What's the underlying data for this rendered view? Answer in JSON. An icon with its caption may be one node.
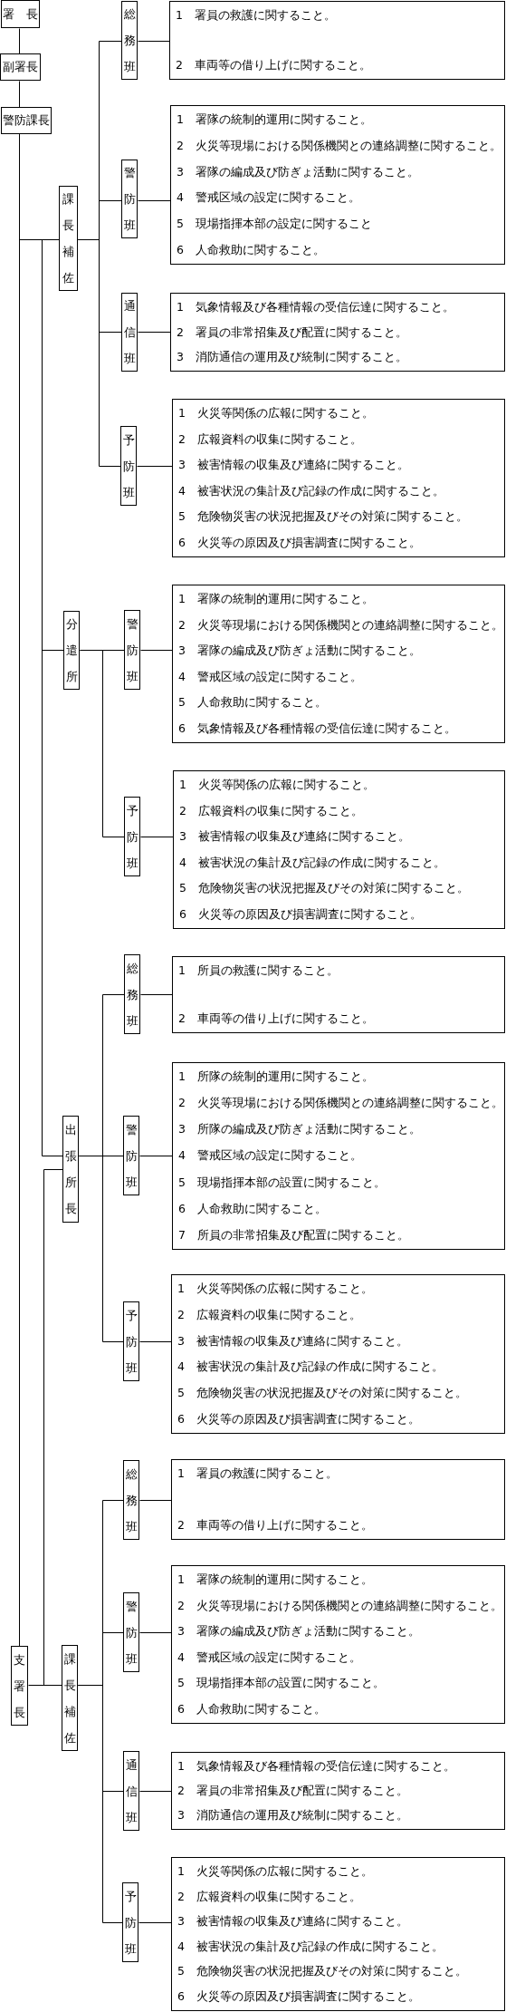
{
  "diagram": {
    "nodes": [
      {
        "text": [
          "署　長"
        ]
      },
      {
        "text": [
          "副署長"
        ]
      },
      {
        "text": [
          "警防課長"
        ]
      },
      {
        "text": [
          "課長補佐"
        ]
      },
      {
        "text": [
          "総務班"
        ]
      },
      {
        "text": [
          "1　署員の救護に関すること。",
          "2　車両等の借り上げに関すること。"
        ]
      },
      {
        "text": [
          "警防班"
        ]
      },
      {
        "text": [
          "1　署隊の統制的運用に関すること。",
          "2　火災等現場における関係機関との連絡調整に関すること。",
          "3　署隊の編成及び防ぎょ活動に関すること。",
          "4　警戒区域の設定に関すること。",
          "5　現場指揮本部の設定に関すること",
          "6　人命救助に関すること。"
        ]
      },
      {
        "text": [
          "通信班"
        ]
      },
      {
        "text": [
          "1　気象情報及び各種情報の受信伝達に関すること。",
          "2　署員の非常招集及び配置に関すること。",
          "3　消防通信の運用及び統制に関すること。"
        ]
      },
      {
        "text": [
          "予防班"
        ]
      },
      {
        "text": [
          "1　火災等関係の広報に関すること。",
          "2　広報資料の収集に関すること。",
          "3　被害情報の収集及び連絡に関すること。",
          "4　被害状況の集計及び記録の作成に関すること。",
          "5　危険物災害の状況把握及びその対策に関すること。",
          "6　火災等の原因及び損害調査に関すること。"
        ]
      },
      {
        "text": [
          "分遣所"
        ]
      },
      {
        "text": [
          "警防班"
        ]
      },
      {
        "text": [
          "1　署隊の統制的運用に関すること。",
          "2　火災等現場における関係機関との連絡調整に関すること。",
          "3　署隊の編成及び防ぎょ活動に関すること。",
          "4　警戒区域の設定に関すること。",
          "5　人命救助に関すること。",
          "6　気象情報及び各種情報の受信伝達に関すること。"
        ]
      },
      {
        "text": [
          "予防班"
        ]
      },
      {
        "text": [
          "1　火災等関係の広報に関すること。",
          "2　広報資料の収集に関すること。",
          "3　被害情報の収集及び連絡に関すること。",
          "4　被害状況の集計及び記録の作成に関すること。",
          "5　危険物災害の状況把握及びその対策に関すること。",
          "6　火災等の原因及び損害調査に関すること。"
        ]
      },
      {
        "text": [
          "出張所長"
        ]
      },
      {
        "text": [
          "総務班"
        ]
      },
      {
        "text": [
          "1　所員の救護に関すること。",
          "2　車両等の借り上げに関すること。"
        ]
      },
      {
        "text": [
          "警防班"
        ]
      },
      {
        "text": [
          "1　所隊の統制的運用に関すること。",
          "2　火災等現場における関係機関との連絡調整に関すること。",
          "3　所隊の編成及び防ぎょ活動に関すること。",
          "4　警戒区域の設定に関すること。",
          "5　現場指揮本部の設置に関すること。",
          "6　人命救助に関すること。",
          "7　所員の非常招集及び配置に関すること。"
        ]
      },
      {
        "text": [
          "予防班"
        ]
      },
      {
        "text": [
          "1　火災等関係の広報に関すること。",
          "2　広報資料の収集に関すること。",
          "3　被害情報の収集及び連絡に関すること。",
          "4　被害状況の集計及び記録の作成に関すること。",
          "5　危険物災害の状況把握及びその対策に関すること。",
          "6　火災等の原因及び損害調査に関すること。"
        ]
      },
      {
        "text": [
          "支署長"
        ]
      },
      {
        "text": [
          "課長補佐"
        ]
      },
      {
        "text": [
          "総務班"
        ]
      },
      {
        "text": [
          "1　署員の救護に関すること。",
          "2　車両等の借り上げに関すること。"
        ]
      },
      {
        "text": [
          "警防班"
        ]
      },
      {
        "text": [
          "1　署隊の統制的運用に関すること。",
          "2　火災等現場における関係機関との連絡調整に関すること。",
          "3　署隊の編成及び防ぎょ活動に関すること。",
          "4　警戒区域の設定に関すること。",
          "5　現場指揮本部の設置に関すること。",
          "6　人命救助に関すること。"
        ]
      },
      {
        "text": [
          "通信班"
        ]
      },
      {
        "text": [
          "1　気象情報及び各種情報の受信伝達に関すること。",
          "2　署員の非常招集及び配置に関すること。",
          "3　消防通信の運用及び統制に関すること。"
        ]
      },
      {
        "text": [
          "予防班"
        ]
      },
      {
        "text": [
          "1　火災等関係の広報に関すること。",
          "2　広報資料の収集に関すること。",
          "3　被害情報の収集及び連絡に関すること。",
          "4　被害状況の集計及び記録の作成に関すること。",
          "5　危険物災害の状況把握及びその対策に関すること。",
          "6　火災等の原因及び損害調査に関すること。"
        ]
      }
    ],
    "edges": [
      {
        "from": 0,
        "to": 1,
        "arrow": "none"
      },
      {
        "from": 1,
        "to": 2,
        "arrow": "none"
      },
      {
        "from": 2,
        "to": 3,
        "arrow": "none"
      },
      {
        "from": 2,
        "to": 12,
        "arrow": "none"
      },
      {
        "from": 2,
        "to": 17,
        "arrow": "none"
      },
      {
        "from": 2,
        "to": 24,
        "arrow": "none"
      },
      {
        "from": 3,
        "to": 4,
        "arrow": "none"
      },
      {
        "from": 3,
        "to": 6,
        "arrow": "none"
      },
      {
        "from": 3,
        "to": 8,
        "arrow": "none"
      },
      {
        "from": 3,
        "to": 10,
        "arrow": "none"
      },
      {
        "from": 4,
        "to": 5,
        "arrow": "none"
      },
      {
        "from": 6,
        "to": 7,
        "arrow": "none"
      },
      {
        "from": 8,
        "to": 9,
        "arrow": "none"
      },
      {
        "from": 10,
        "to": 11,
        "arrow": "none"
      },
      {
        "from": 12,
        "to": 13,
        "arrow": "none"
      },
      {
        "from": 12,
        "to": 15,
        "arrow": "none"
      },
      {
        "from": 13,
        "to": 14,
        "arrow": "none"
      },
      {
        "from": 15,
        "to": 16,
        "arrow": "none"
      },
      {
        "from": 17,
        "to": 18,
        "arrow": "none"
      },
      {
        "from": 17,
        "to": 20,
        "arrow": "none"
      },
      {
        "from": 17,
        "to": 22,
        "arrow": "none"
      },
      {
        "from": 18,
        "to": 19,
        "arrow": "none"
      },
      {
        "from": 20,
        "to": 21,
        "arrow": "none"
      },
      {
        "from": 22,
        "to": 23,
        "arrow": "none"
      },
      {
        "from": 24,
        "to": 25,
        "arrow": "none"
      },
      {
        "from": 17,
        "to": 25,
        "arrow": "none"
      },
      {
        "from": 25,
        "to": 26,
        "arrow": "none"
      },
      {
        "from": 25,
        "to": 28,
        "arrow": "none"
      },
      {
        "from": 25,
        "to": 30,
        "arrow": "none"
      },
      {
        "from": 25,
        "to": 32,
        "arrow": "none"
      },
      {
        "from": 26,
        "to": 27,
        "arrow": "none"
      },
      {
        "from": 28,
        "to": 29,
        "arrow": "none"
      },
      {
        "from": 30,
        "to": 31,
        "arrow": "none"
      },
      {
        "from": 32,
        "to": 33,
        "arrow": "none"
      }
    ]
  }
}
